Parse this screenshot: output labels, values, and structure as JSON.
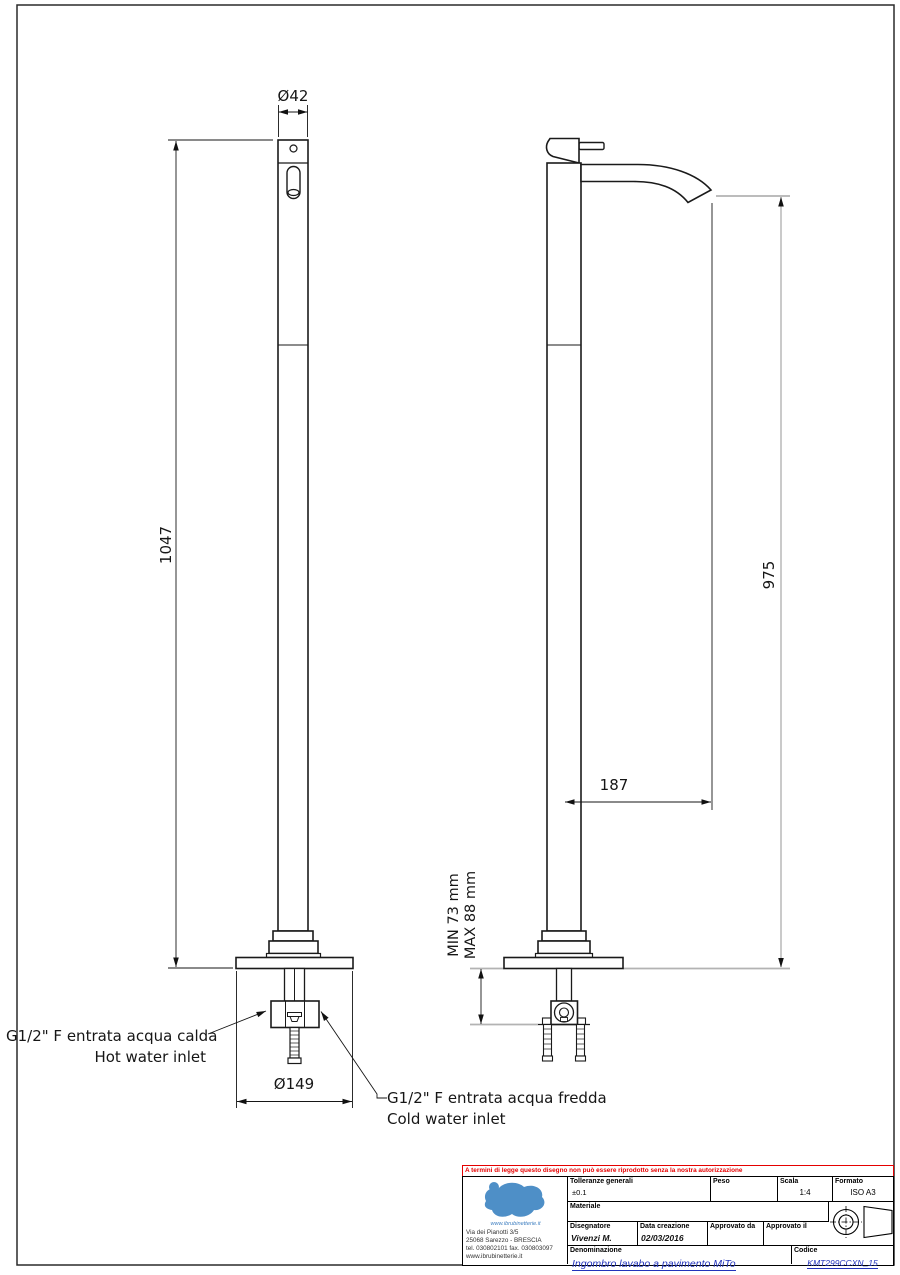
{
  "dimensions": {
    "top_diameter": "Ø42",
    "total_height": "1047",
    "spout_height": "975",
    "spout_reach": "187",
    "base_diameter": "Ø149",
    "floor_gap_min": "MIN 73 mm",
    "floor_gap_max": "MAX 88 mm"
  },
  "callouts": {
    "hot_line1": "G1/2\" F entrata acqua calda",
    "hot_line2": "Hot water inlet",
    "cold_line1": "G1/2\" F entrata acqua fredda",
    "cold_line2": "Cold water inlet"
  },
  "title_block": {
    "legal_notice": "A termini di legge questo disegno non può essere riprodotto senza la nostra autorizzazione",
    "company": {
      "logo_caption": "www.ibrubinetterie.it",
      "address_line1": "Via dei Pianotti 3/5",
      "address_line2": "25068 Sarezzo - BRESCIA",
      "address_line3": "tel. 030802101 fax. 030803097",
      "address_line4": "www.ibrubinetterie.it"
    },
    "fields": {
      "tolleranze_label": "Tolleranze generali",
      "tolleranze_value": "±0.1",
      "peso_label": "Peso",
      "scala_label": "Scala",
      "scala_value": "1:4",
      "formato_label": "Formato",
      "formato_value": "ISO A3",
      "materiale_label": "Materiale",
      "disegnatore_label": "Disegnatore",
      "disegnatore_value": "Vivenzi M.",
      "data_label": "Data creazione",
      "data_value": "02/03/2016",
      "approvato_da_label": "Approvato da",
      "approvato_il_label": "Approvato il",
      "denominazione_label": "Denominazione",
      "denominazione_value": "Ingombro lavabo a pavimento MiTo",
      "codice_label": "Codice",
      "codice_value": "KMT299CCXN_15"
    }
  },
  "colors": {
    "line_dark": "#1a1a1a",
    "line_gray": "#b3b3b3",
    "accent_red": "#e50000",
    "link_blue": "#2233bb",
    "logo_blue": "#4e8fc7"
  }
}
